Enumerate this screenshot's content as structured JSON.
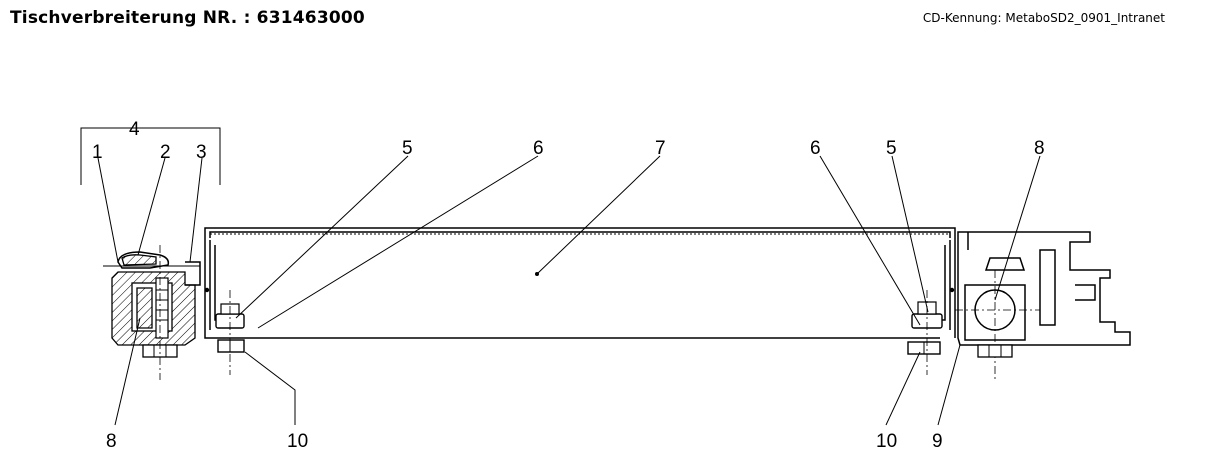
{
  "header": {
    "title": "Tischverbreiterung  NR. : 631463000",
    "cd_kennung": "CD-Kennung: MetaboSD2_0901_Intranet"
  },
  "drawing": {
    "callouts": {
      "c4": "4",
      "c1": "1",
      "c2": "2",
      "c3": "3",
      "c5l": "5",
      "c6l": "6",
      "c7": "7",
      "c6r": "6",
      "c5r": "5",
      "c8r": "8",
      "c8l": "8",
      "c10l": "10",
      "c10r": "10",
      "c9": "9"
    }
  }
}
